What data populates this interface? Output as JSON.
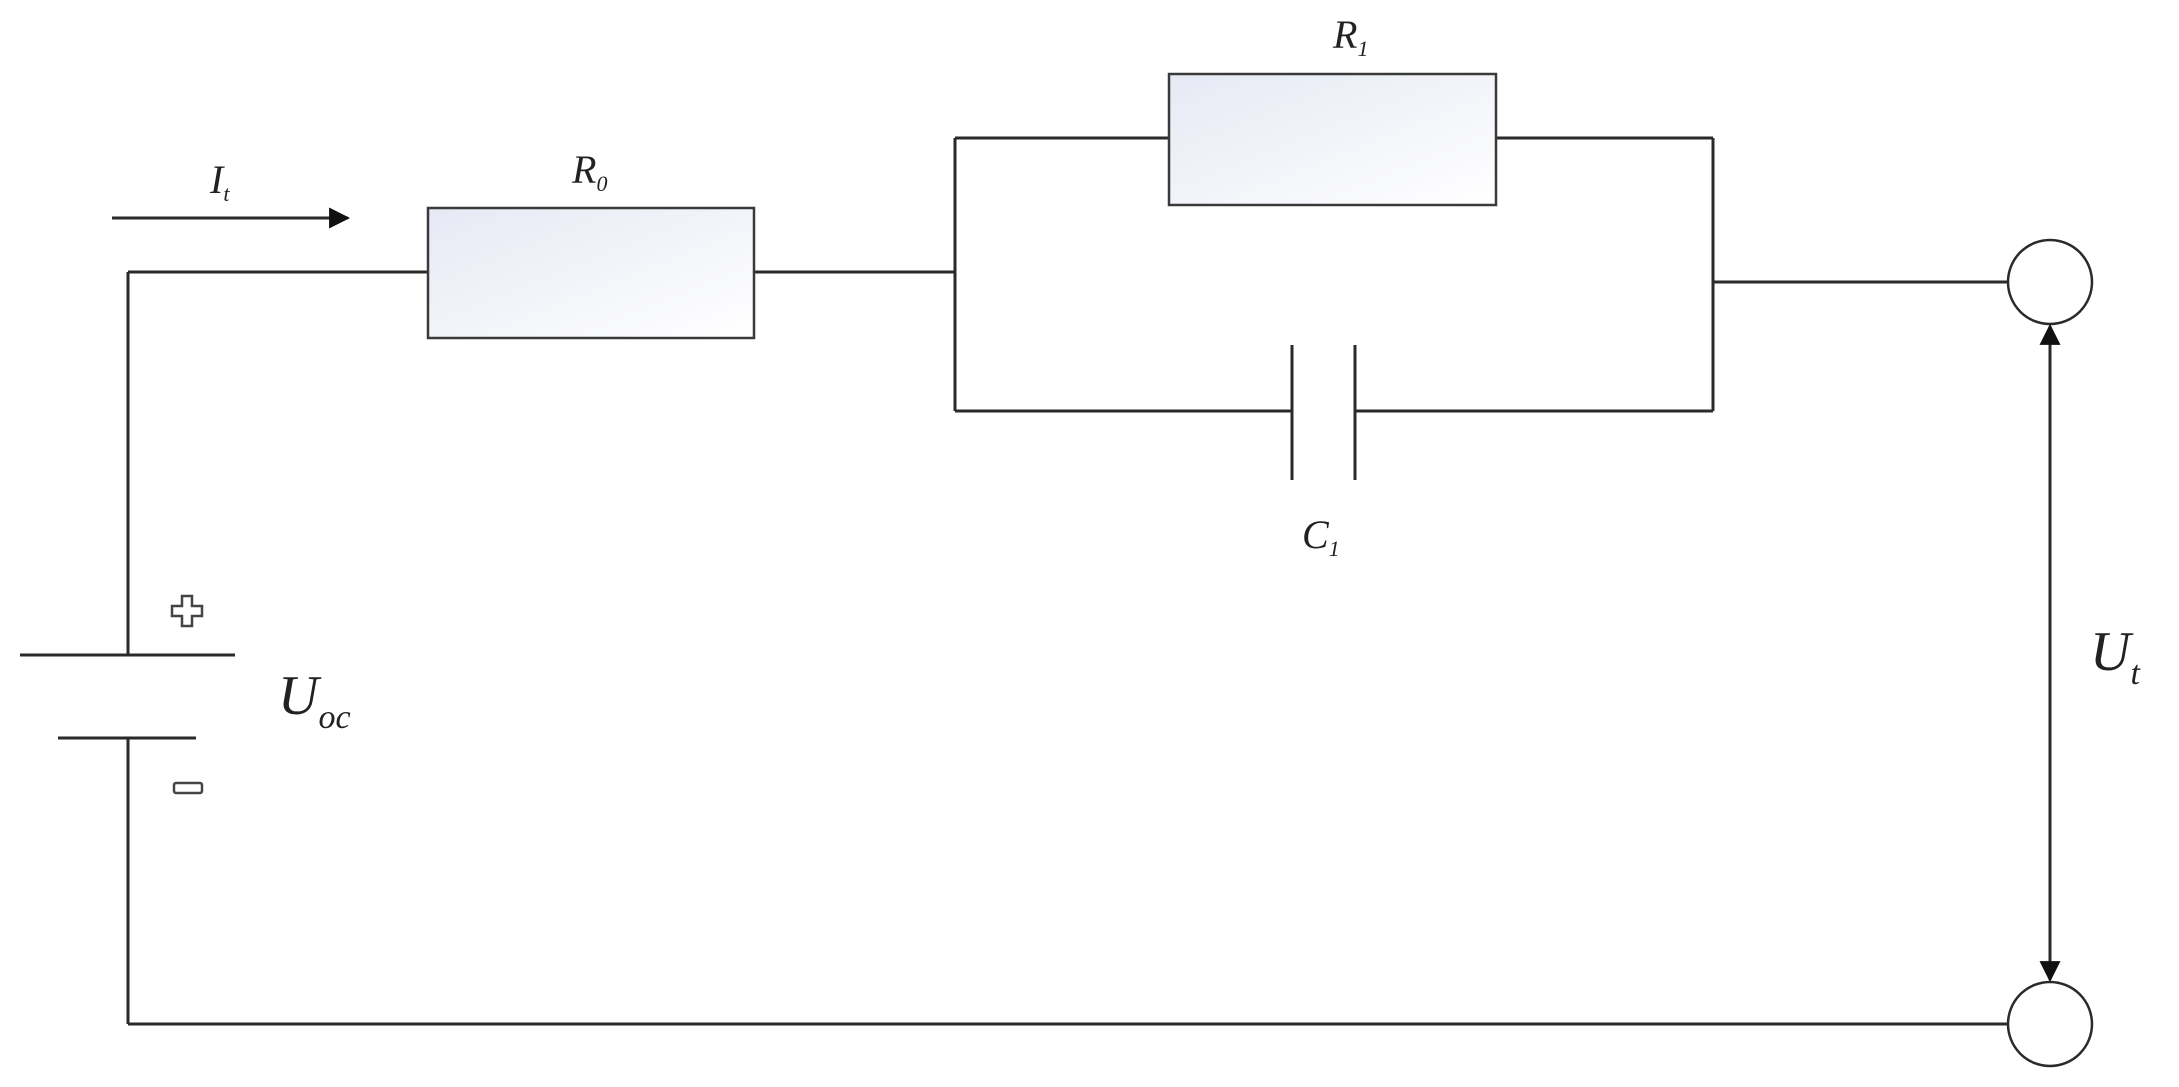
{
  "diagram": {
    "labels": {
      "current": {
        "main": "I",
        "sub": "t"
      },
      "r0": {
        "main": "R",
        "sub": "0"
      },
      "r1": {
        "main": "R",
        "sub": "1"
      },
      "c1": {
        "main": "C",
        "sub": "1"
      },
      "uoc": {
        "main": "U",
        "sub": "oc"
      },
      "ut": {
        "main": "U",
        "sub": "t"
      }
    },
    "colors": {
      "wire": "#2a2a2a",
      "resistor_fill_start": "#e8ebf5",
      "resistor_fill_end": "#ffffff"
    },
    "icons": {
      "plus": "plus-sign-icon",
      "minus": "minus-sign-icon",
      "current_arrow": "arrow-right-icon",
      "voltage_arrow": "double-arrow-vertical-icon"
    }
  }
}
